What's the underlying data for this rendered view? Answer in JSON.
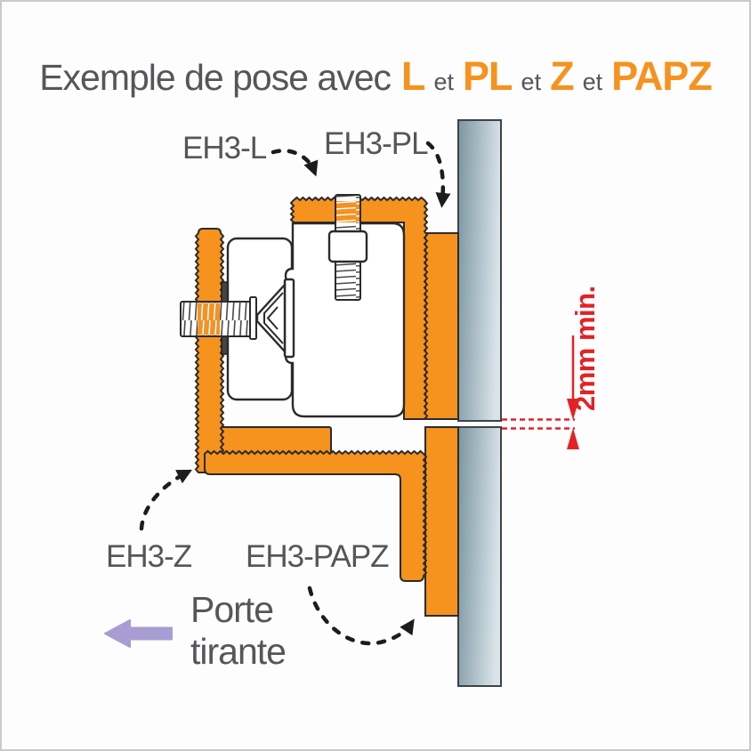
{
  "title": {
    "prefix": "Exemple de pose avec",
    "separator": "et",
    "products": [
      "L",
      "PL",
      "Z",
      "PAPZ"
    ]
  },
  "labels": {
    "eh3_l": "EH3-L",
    "eh3_pl": "EH3-PL",
    "eh3_z": "EH3-Z",
    "eh3_papz": "EH3-PAPZ"
  },
  "annotations": {
    "dimension": "2mm min.",
    "door_pull_line1": "Porte",
    "door_pull_line2": "tirante"
  },
  "colors": {
    "orange": "#F6921E",
    "text_gray": "#55565A",
    "red": "#E32226",
    "purple": "#A79DD2",
    "panel_dark": "#7B95A2",
    "panel_light": "#D9E4E9",
    "outline": "#2B2B2B"
  }
}
